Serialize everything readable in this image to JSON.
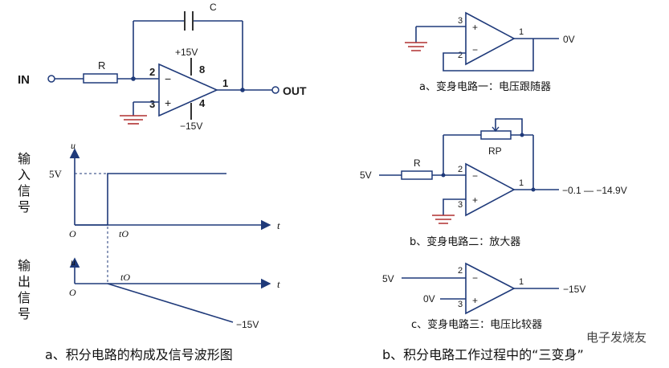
{
  "left": {
    "in_label": "IN",
    "out_label": "OUT",
    "r_label": "R",
    "c_label": "C",
    "pin2": "2",
    "pin3": "3",
    "pin8": "8",
    "pin4": "4",
    "pin1": "1",
    "minus_sign": "−",
    "plus_sign": "+",
    "vpos": "+15V",
    "vneg": "−15V",
    "input_signal_label": [
      "输",
      "入",
      "信",
      "号"
    ],
    "output_signal_label": [
      "输",
      "出",
      "信",
      "号"
    ],
    "u_axis": "u",
    "t_axis": "t",
    "origin": "O",
    "five_v": "5V",
    "t0": "tO",
    "minus15_wave": "−15V",
    "caption": "a、积分电路的构成及信号波形图"
  },
  "right": {
    "follower": {
      "pin3": "3",
      "pin2": "2",
      "pin1": "1",
      "out": "0V",
      "caption": "a、变身电路一：电压跟随器"
    },
    "amplifier": {
      "rp": "RP",
      "r": "R",
      "in": "5V",
      "pin2": "2",
      "pin3": "3",
      "pin1": "1",
      "out": "−0.1 — −14.9V",
      "caption": "b、变身电路二：放大器"
    },
    "comparator": {
      "in5v": "5V",
      "in0v": "0V",
      "pin2": "2",
      "pin3": "3",
      "pin1": "1",
      "out": "−15V",
      "caption": "c、变身电路三：电压比较器"
    },
    "caption": "b、积分电路工作过程中的“三变身”",
    "watermark": "电子发烧友"
  },
  "colors": {
    "wire": "#1f3a7a",
    "text": "#111111"
  }
}
